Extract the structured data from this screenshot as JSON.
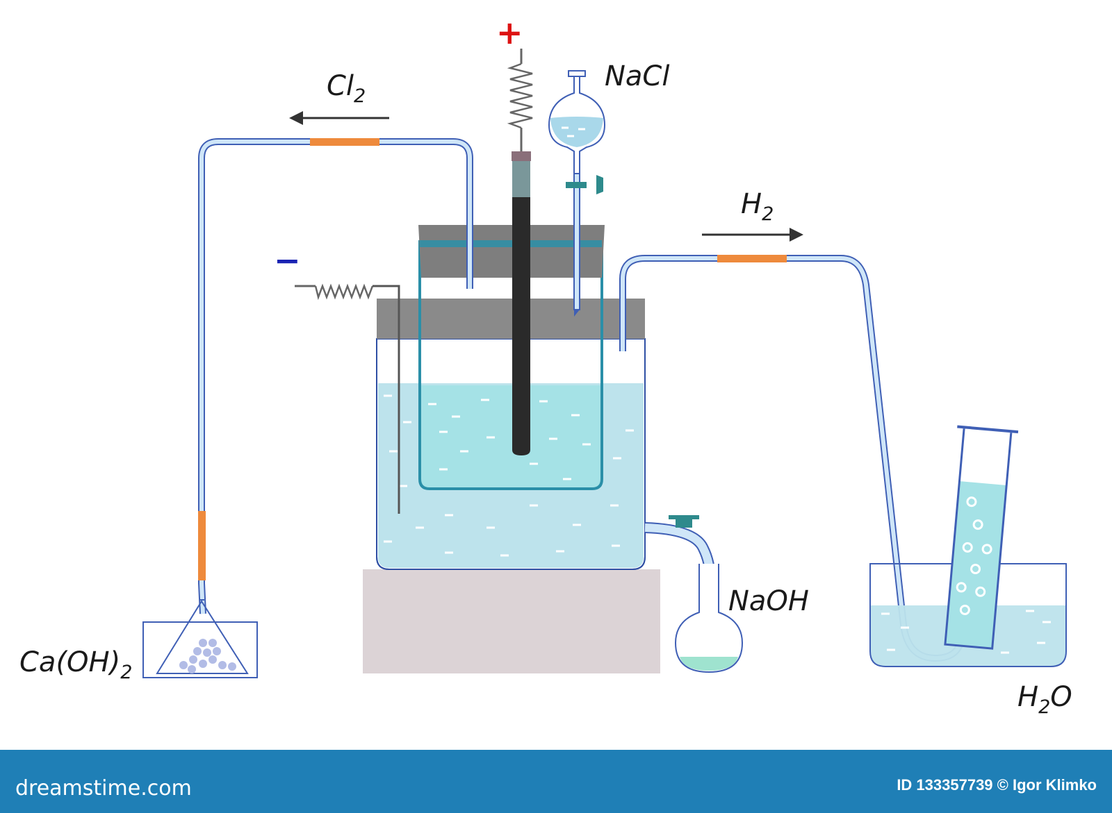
{
  "labels": {
    "chlorine": "Cl",
    "chlorine_sub": "2",
    "sodium_chloride": "NaCl",
    "hydrogen": "H",
    "hydrogen_sub": "2",
    "sodium_hydroxide": "NaOH",
    "calcium_hydroxide": "Ca(OH)",
    "calcium_hydroxide_sub": "2",
    "water_h": "H",
    "water_sub": "2",
    "water_o": "O"
  },
  "signs": {
    "anode": "+",
    "cathode": "−"
  },
  "footer": {
    "brand": "dreamstime.com",
    "credit": "ID 133357739 © Igor Klimko"
  },
  "colors": {
    "tube": "#3f5fb5",
    "tube_fill": "#cfe6f8",
    "connector": "#ee8a3c",
    "solution": "#bde3ec",
    "inner_solution": "#a5e2e6",
    "inner_cell": "#2a8fa8",
    "lid": "#8a8a8a",
    "stand": "#dcd3d6",
    "anode_sign": "#dd1111",
    "cathode_sign": "#1a23b3",
    "footer": "#1f7fb6"
  }
}
